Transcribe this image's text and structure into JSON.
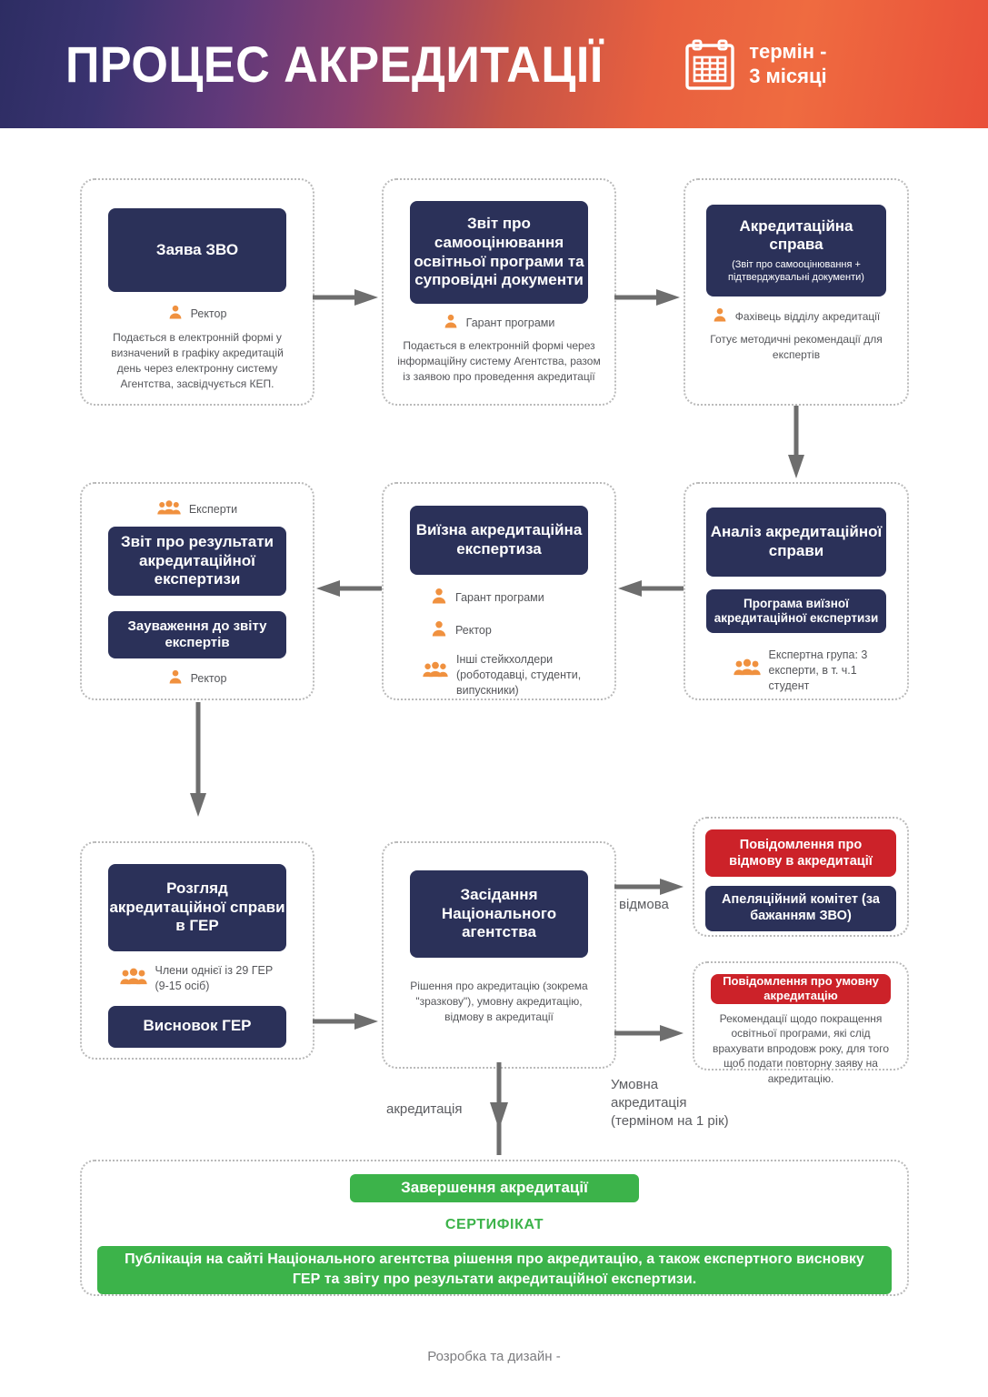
{
  "header": {
    "title": "ПРОЦЕС АКРЕДИТАЦІЇ",
    "calendar_icon": "calendar-icon",
    "term_line1": "термін -",
    "term_line2": "3 місяці",
    "gradient_from": "#2d2d63",
    "gradient_to": "#e9503a"
  },
  "colors": {
    "navy": "#2b3159",
    "orange": "#f0913f",
    "red": "#cc2229",
    "green": "#3cb34a",
    "arrow_gray": "#6e6e6e",
    "dash_border": "#b9b9b9"
  },
  "steps": {
    "step1": {
      "title": "Заява ЗВО",
      "role": "Ректор",
      "role_icon": "person-icon",
      "desc": "Подається в електронній формі у визначений в графіку акредитацій день через електронну систему Агентства, засвідчується КЕП."
    },
    "step2": {
      "title": "Звіт про самооцінювання освітньої програми та супровідні документи",
      "role": "Гарант програми",
      "role_icon": "person-icon",
      "desc": "Подається в електронній формі через інформаційну систему Агентства, разом із заявою про проведення акредитації"
    },
    "step3": {
      "title": "Акредитаційна справа",
      "subtitle": "(Звіт про самооцінювання + підтверджувальні документи)",
      "role": "Фахівець відділу акредитації",
      "role_icon": "person-icon",
      "desc": "Готує методичні рекомендації для експертів"
    },
    "step4": {
      "role_top": "Експерти",
      "role_top_icon": "people-icon",
      "title": "Звіт про результати акредитаційної експертизи",
      "box2": "Зауваження до звіту експертів",
      "role_bottom": "Ректор",
      "role_bottom_icon": "person-icon"
    },
    "step5": {
      "title": "Виїзна акредитаційна експертиза",
      "roles": [
        {
          "icon": "person-icon",
          "label": "Гарант програми"
        },
        {
          "icon": "person-icon",
          "label": "Ректор"
        },
        {
          "icon": "people-icon",
          "label": "Інші стейкхолдери (роботодавці, студенти, випускники)"
        }
      ]
    },
    "step6": {
      "title": "Аналіз акредитаційної справи",
      "box2": "Програма виїзної акредитаційної експертизи",
      "role_icon": "people-icon",
      "role": "Експертна група: 3 експерти, в т. ч.1 студент"
    },
    "step7": {
      "title": "Розгляд акредитаційної справи в ГЕР",
      "role_icon": "people-icon",
      "role": "Члени однієї із 29 ГЕР (9-15 осіб)",
      "box2": "Висновок ГЕР"
    },
    "step8": {
      "title": "Засідання Національного агентства",
      "desc": "Рішення про акредитацію (зокрема \"зразкову\"), умовну акредитацію, відмову в акредитації"
    },
    "refusal": {
      "red_box": "Повідомлення про відмову в акредитації",
      "navy_box": "Апеляційний комітет (за бажанням ЗВО)"
    },
    "conditional": {
      "red_box": "Повідомлення про умовну акредитацію",
      "desc": "Рекомендації щодо покращення освітньої програми, які слід врахувати впродовж року, для того щоб подати повторну заяву на акредитацію."
    },
    "final": {
      "green_box": "Завершення акредитації",
      "certificate": "СЕРТИФІКАТ",
      "publication": "Публікація на сайті Національного агентства рішення про акредитацію, а також експертного висновку ГЕР та звіту про результати акредитаційної експертизи."
    }
  },
  "flow_labels": {
    "refusal": "відмова",
    "accreditation": "акредитація",
    "conditional": "Умовна\nакредитація\n(терміном на 1 рік)"
  },
  "footer": {
    "text": "Розробка та дизайн -"
  }
}
